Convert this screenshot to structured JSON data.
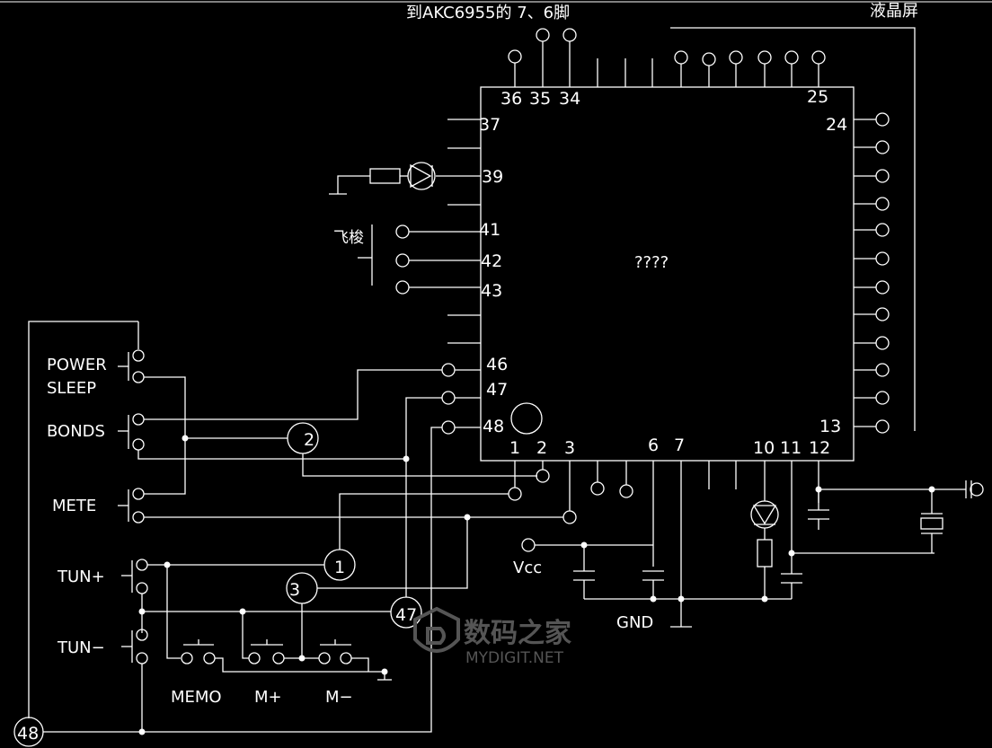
{
  "colors": {
    "background": "#000000",
    "stroke": "#ffffff",
    "watermark": "#555555"
  },
  "labels": {
    "akc_note": "到AKC6955的 7、6脚",
    "lcd": "液晶屏",
    "chip": "????",
    "fly_shuttle": "飞梭",
    "power": "POWER",
    "sleep": "SLEEP",
    "bonds": "BONDS",
    "mete": "METE",
    "tun_plus": "TUN+",
    "tun_minus": "TUN−",
    "memo": "MEMO",
    "m_plus": "M+",
    "m_minus": "M−",
    "vcc": "Vcc",
    "gnd": "GND"
  },
  "pins": {
    "p36": "36",
    "p35": "35",
    "p34": "34",
    "p25": "25",
    "p37": "37",
    "p39": "39",
    "p41": "41",
    "p42": "42",
    "p43": "43",
    "p46": "46",
    "p47": "47",
    "p48": "48",
    "p24": "24",
    "p13": "13",
    "p1": "1",
    "p2": "2",
    "p3": "3",
    "p6": "6",
    "p7": "7",
    "p10": "10",
    "p11": "11",
    "p12": "12"
  },
  "connectors": {
    "c2": "2",
    "c1": "1",
    "c3": "3",
    "c47": "47",
    "c48": "48"
  },
  "watermark": {
    "cn": "数码之家",
    "en": "MYDIGIT.NET"
  }
}
